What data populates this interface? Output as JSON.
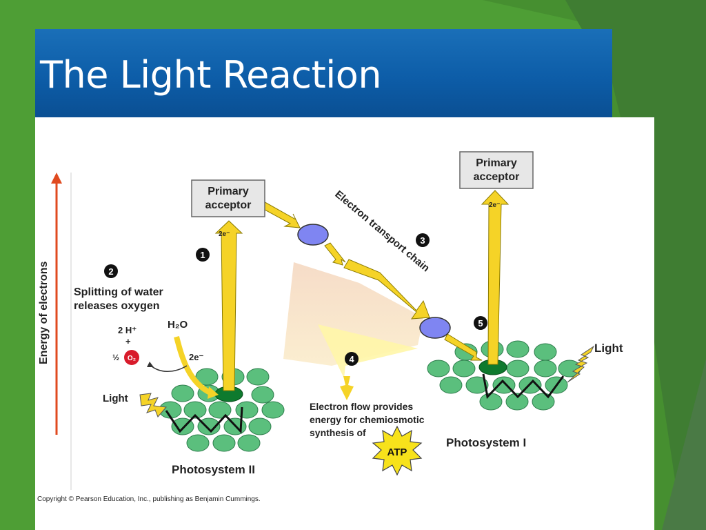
{
  "slide": {
    "title": "The Light Reaction",
    "colors": {
      "title_bar": "#0d5da8",
      "background": "#4e9e35",
      "panel": "#ffffff"
    }
  },
  "diagram": {
    "axis_label": "Energy of electrons",
    "primary_acceptor_left": [
      "Primary",
      "acceptor"
    ],
    "primary_acceptor_right": [
      "Primary",
      "acceptor"
    ],
    "electron_pair": "2e⁻",
    "electron_pair_plain": "2e⁻",
    "steps": {
      "s1": "1",
      "s2": "2",
      "s3": "3",
      "s4": "4",
      "s5": "5"
    },
    "splitting_caption": [
      "Splitting of water",
      "releases oxygen"
    ],
    "water": "H₂O",
    "protons": "2 H⁺",
    "plus": "+",
    "half": "½",
    "oxygen": "O₂",
    "light_left": "Light",
    "light_right": "Light",
    "etc_label": "Electron transport chain",
    "electron_flow_caption": [
      "Electron flow provides",
      "energy for chemiosmotic",
      "synthesis of"
    ],
    "atp": "ATP",
    "photosystem_ii": "Photosystem II",
    "photosystem_i": "Photosystem I",
    "copyright": "Copyright © Pearson Education, Inc., publishing as Benjamin Cummings.",
    "colors": {
      "chlorophyll": "#5bbf7d",
      "reaction_center": "#0e7a2e",
      "arrow_yellow": "#f5d327",
      "carrier": "#7f85f2",
      "oxygen_red": "#d81b2b",
      "axis_arrow": "#e04a1f"
    }
  }
}
